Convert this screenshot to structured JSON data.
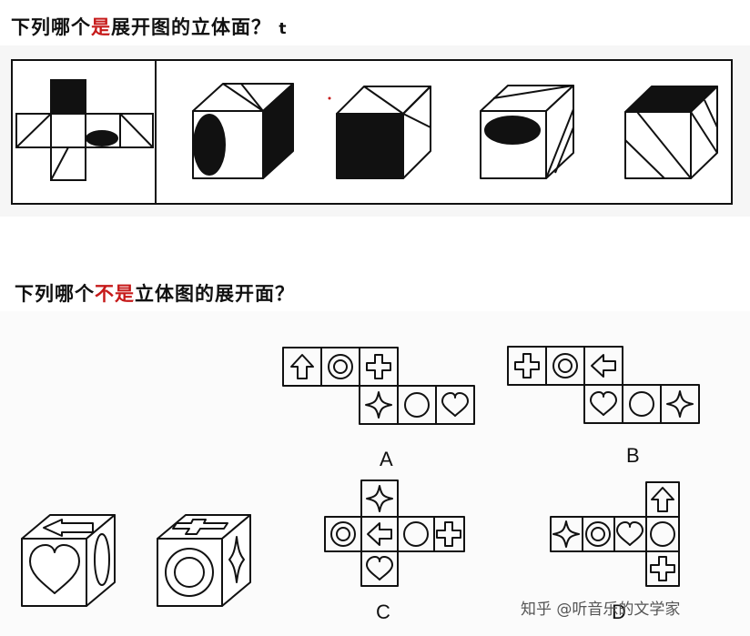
{
  "question1": {
    "title_before": "下列哪个",
    "title_highlight": "是",
    "title_after": "展开图的立体面？",
    "title_suffix": "t"
  },
  "question2": {
    "title_before": "下列哪个",
    "title_highlight": "不是",
    "title_after": "立体图的展开面？",
    "options": [
      "A",
      "B",
      "C",
      "D"
    ]
  },
  "watermark": "知乎 @听音乐的文学家",
  "colors": {
    "accent": "#c61a1a",
    "ink": "#111111",
    "panel": "#f6f6f6"
  }
}
